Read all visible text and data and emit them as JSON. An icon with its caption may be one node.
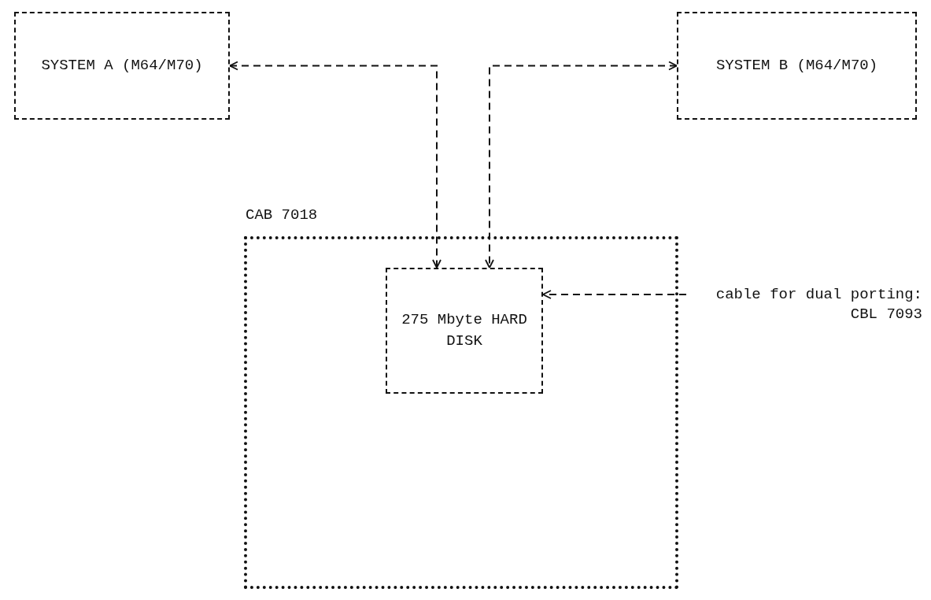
{
  "diagram": {
    "nodes": [
      {
        "text": [
          "SYSTEM A (M64/M70)"
        ]
      },
      {
        "text": [
          "SYSTEM B (M64/M70)"
        ]
      },
      {
        "text": [
          "CAB 7018"
        ]
      },
      {
        "text": [
          "275 Mbyte HARD DISK"
        ],
        "in": 2
      },
      {
        "text": [
          "cable for dual porting: CBL 7093"
        ]
      }
    ],
    "edges": [
      {
        "from": 0,
        "to": 3,
        "arrow": "both",
        "style": "dashed"
      },
      {
        "from": 1,
        "to": 3,
        "arrow": "both",
        "style": "dashed"
      },
      {
        "from": 4,
        "to": 3,
        "arrow": "to",
        "style": "dashed"
      }
    ]
  }
}
